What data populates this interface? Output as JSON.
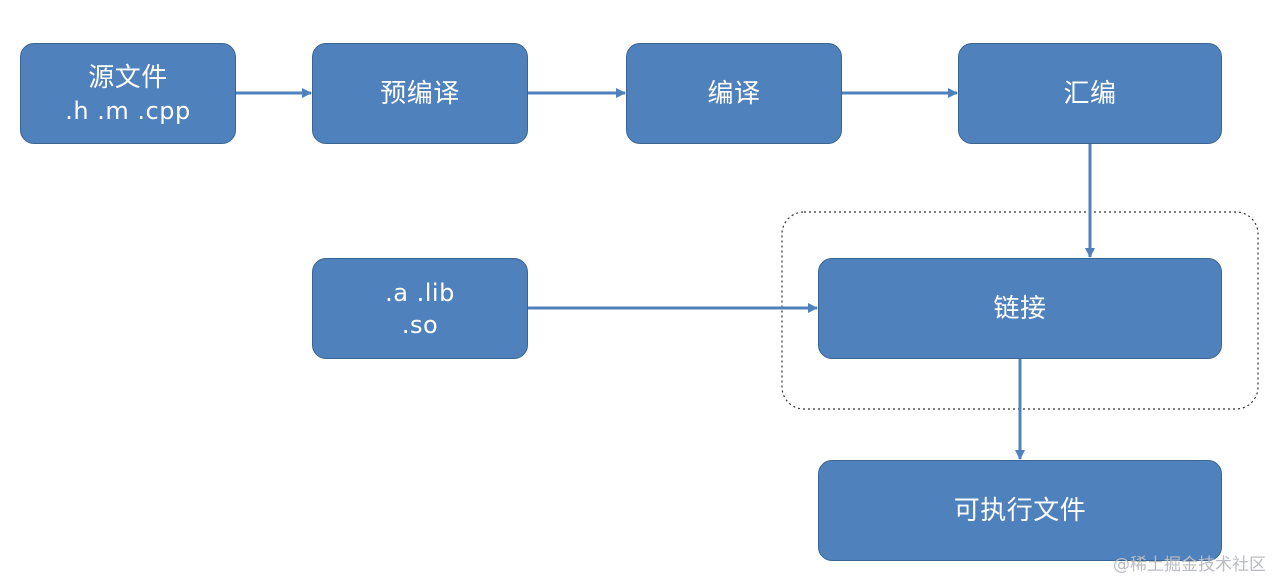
{
  "nodes": {
    "source": {
      "title": "源文件",
      "subtitle": ".h .m .cpp"
    },
    "preprocess": {
      "title": "预编译"
    },
    "compile": {
      "title": "编译"
    },
    "assemble": {
      "title": "汇编"
    },
    "libraries": {
      "line1": ".a .lib",
      "line2": ".so"
    },
    "link": {
      "title": "链接"
    },
    "executable": {
      "title": "可执行文件"
    }
  },
  "watermark": "@稀土掘金技术社区",
  "colors": {
    "node_fill": "#4f81bd",
    "node_border": "#3a6591",
    "arrow": "#4f81bd",
    "highlight_border": "#333333"
  }
}
